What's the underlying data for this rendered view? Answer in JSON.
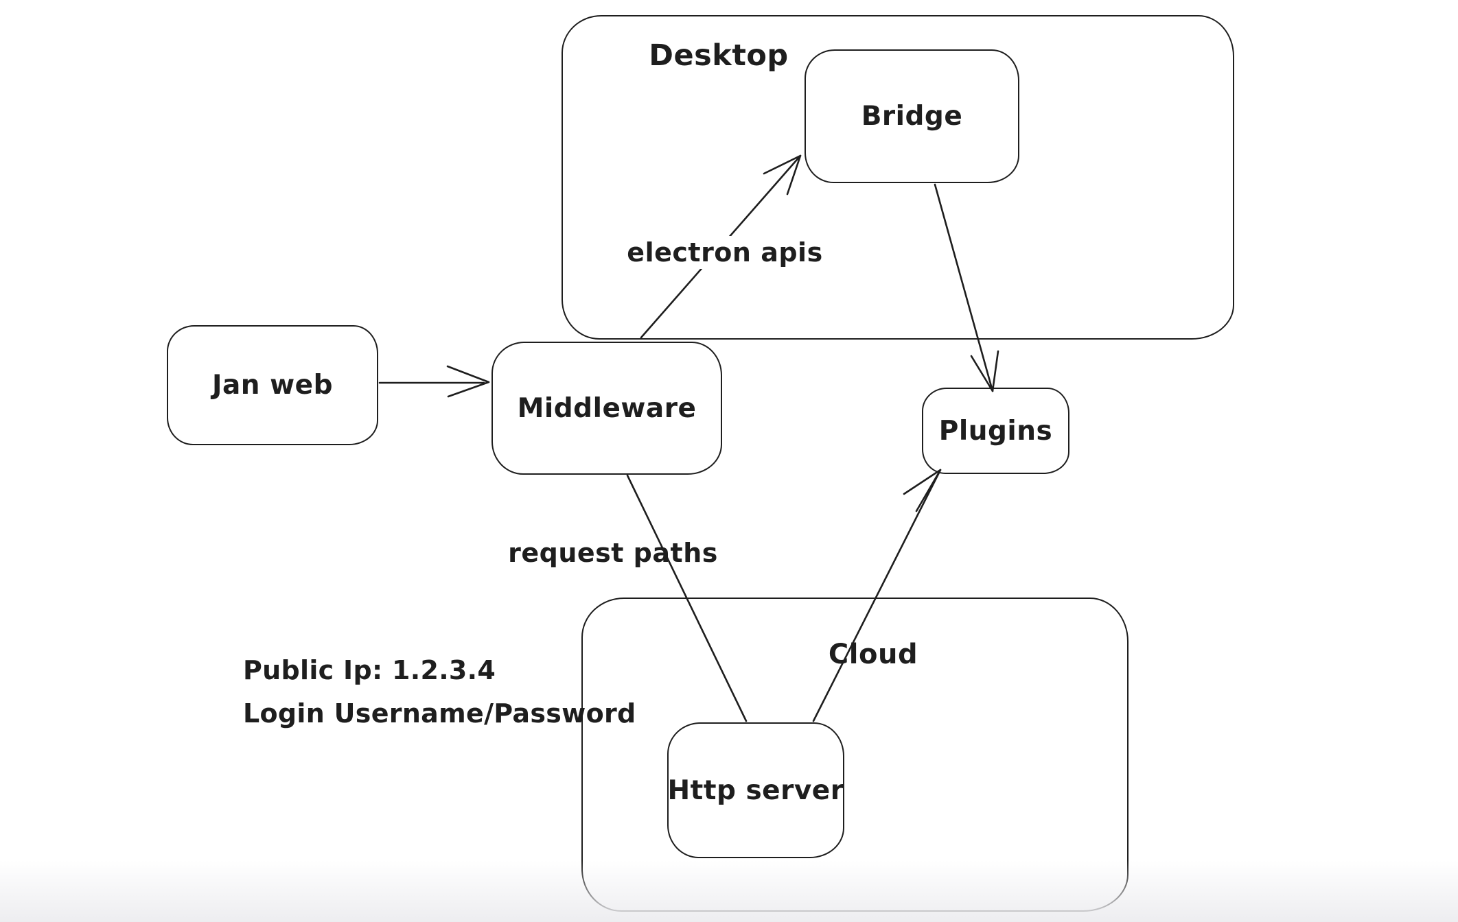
{
  "canvas": {
    "background": "#ffffff",
    "stroke_color": "#1e1e1e",
    "bottom_fade_color": "#ededf0"
  },
  "containers": [
    {
      "id": "desktop",
      "label": "Desktop"
    },
    {
      "id": "cloud",
      "label": "Cloud"
    }
  ],
  "nodes": [
    {
      "id": "jan-web",
      "label": "Jan web"
    },
    {
      "id": "middleware",
      "label": "Middleware"
    },
    {
      "id": "bridge",
      "label": "Bridge"
    },
    {
      "id": "plugins",
      "label": "Plugins"
    },
    {
      "id": "http-server",
      "label": "Http server"
    }
  ],
  "edges": [
    {
      "id": "janweb-to-middleware",
      "from": "Jan web",
      "to": "Middleware",
      "label": ""
    },
    {
      "id": "middleware-to-bridge",
      "from": "Middleware",
      "to": "Bridge",
      "label": "electron apis"
    },
    {
      "id": "bridge-to-plugins",
      "from": "Bridge",
      "to": "Plugins",
      "label": ""
    },
    {
      "id": "middleware-to-httpserver",
      "from": "Middleware",
      "to": "Http server",
      "label": "request paths"
    },
    {
      "id": "httpserver-to-plugins",
      "from": "Http server",
      "to": "Plugins",
      "label": ""
    }
  ],
  "annotations": [
    {
      "id": "public-ip",
      "text": "Public Ip: 1.2.3.4"
    },
    {
      "id": "login",
      "text": "Login Username/Password"
    }
  ]
}
